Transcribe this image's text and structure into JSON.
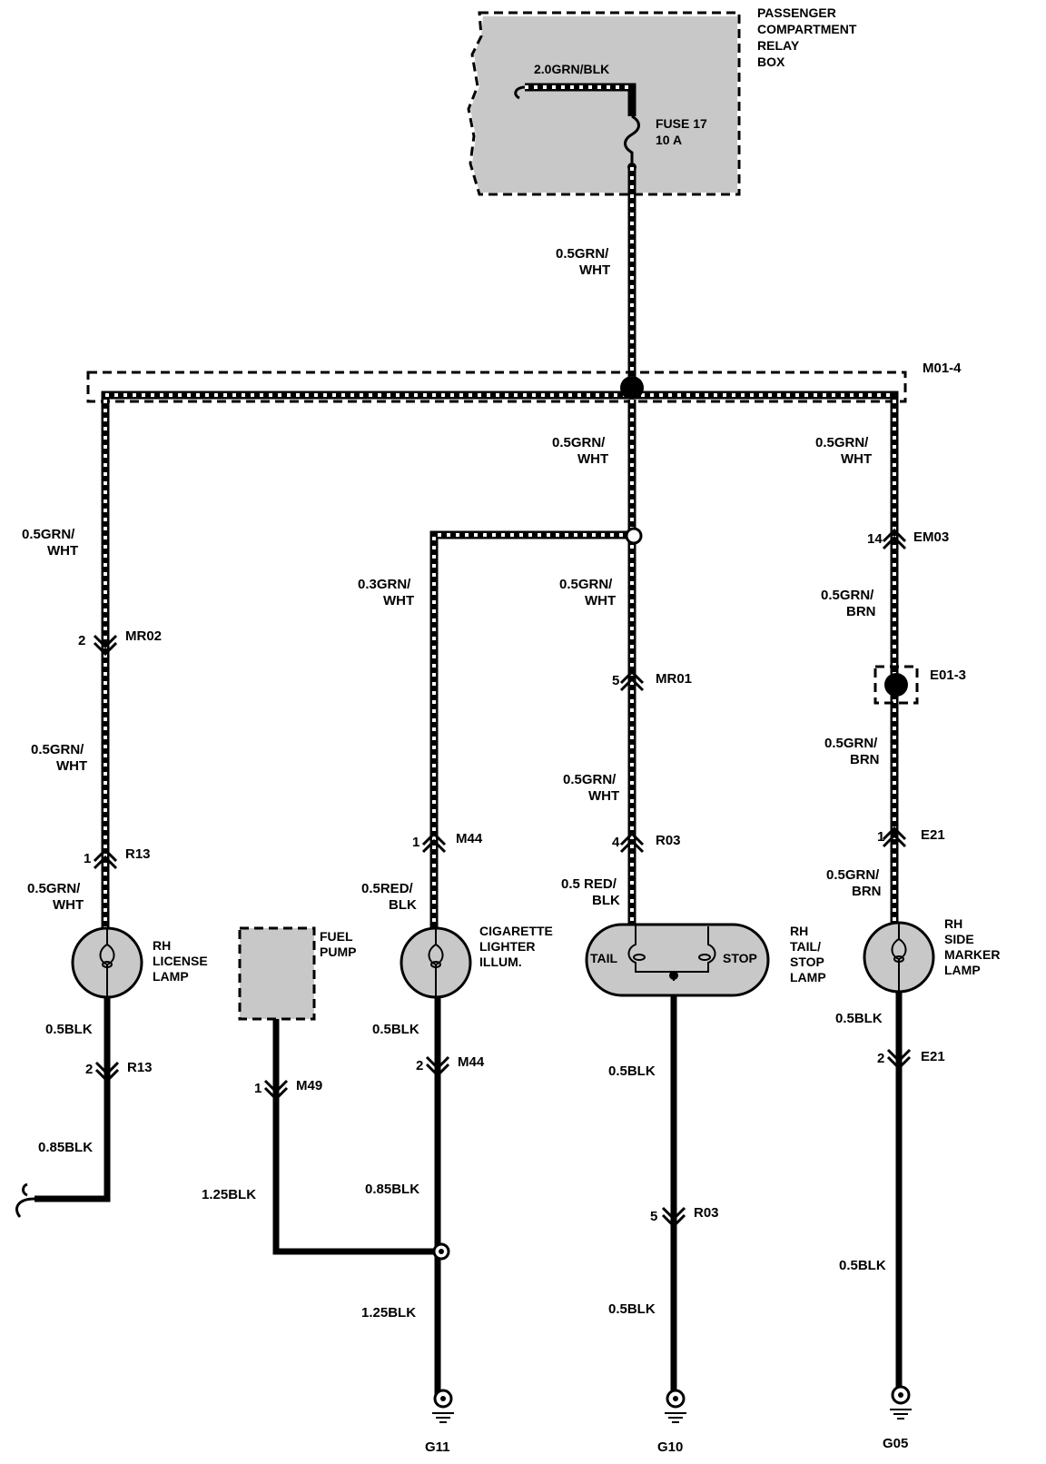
{
  "relay_box": {
    "label_lines": [
      "PASSENGER",
      "COMPARTMENT",
      "RELAY",
      "BOX"
    ],
    "feed_wire": "2.0GRN/BLK",
    "fuse_lines": [
      "FUSE 17",
      "10 A"
    ]
  },
  "wires": {
    "main_feed": [
      "0.5GRN/",
      "WHT"
    ],
    "splice": "M01-4",
    "center_trunk": [
      "0.5GRN/",
      "WHT"
    ],
    "right_trunk": [
      "0.5GRN/",
      "WHT"
    ],
    "left_trunk": [
      "0.5GRN/",
      "WHT"
    ],
    "cig_feed": [
      "0.3GRN/",
      "WHT"
    ],
    "tail_upper": [
      "0.5GRN/",
      "WHT"
    ],
    "tail_mid": [
      "0.5GRN/",
      "WHT"
    ],
    "tail_feed": [
      "0.5 RED/",
      "BLK"
    ],
    "left_mid": [
      "0.5GRN/",
      "WHT"
    ],
    "left_low": [
      "0.5GRN/",
      "WHT"
    ],
    "cig_low": [
      "0.5RED/",
      "BLK"
    ],
    "right_em03": [
      "0.5GRN/",
      "BRN"
    ],
    "right_e01": [
      "0.5GRN/",
      "BRN"
    ],
    "right_e21": [
      "0.5GRN/",
      "BRN"
    ],
    "left_ground1": "0.5BLK",
    "left_ground2": "0.85BLK",
    "fuel_ground": "1.25BLK",
    "cig_ground1": "0.5BLK",
    "cig_ground2": "0.85BLK",
    "cig_ground3": "1.25BLK",
    "tail_ground1": "0.5BLK",
    "tail_ground2": "0.5BLK",
    "right_ground1": "0.5BLK",
    "right_ground2": "0.5BLK"
  },
  "connectors": {
    "mr02": {
      "pin": "2",
      "name": "MR02"
    },
    "r13_top": {
      "pin": "1",
      "name": "R13"
    },
    "r13_bot": {
      "pin": "2",
      "name": "R13"
    },
    "m44_top": {
      "pin": "1",
      "name": "M44"
    },
    "m44_bot": {
      "pin": "2",
      "name": "M44"
    },
    "m49": {
      "pin": "1",
      "name": "M49"
    },
    "mr01": {
      "pin": "5",
      "name": "MR01"
    },
    "r03_top": {
      "pin": "4",
      "name": "R03"
    },
    "r03_bot": {
      "pin": "5",
      "name": "R03"
    },
    "em03": {
      "pin": "14",
      "name": "EM03"
    },
    "e01_3": {
      "name": "E01-3"
    },
    "e21_top": {
      "pin": "1",
      "name": "E21"
    },
    "e21_bot": {
      "pin": "2",
      "name": "E21"
    }
  },
  "components": {
    "license_lamp": [
      "RH",
      "LICENSE",
      "LAMP"
    ],
    "fuel_pump": [
      "FUEL",
      "PUMP"
    ],
    "cig_lighter": [
      "CIGARETTE",
      "LIGHTER",
      "ILLUM."
    ],
    "tail_lamp": [
      "RH",
      "TAIL/",
      "STOP",
      "LAMP"
    ],
    "tail_inner": {
      "left": "TAIL",
      "right": "STOP"
    },
    "side_marker": [
      "RH",
      "SIDE",
      "MARKER",
      "LAMP"
    ]
  },
  "grounds": {
    "g11": "G11",
    "g10": "G10",
    "g05": "G05"
  }
}
